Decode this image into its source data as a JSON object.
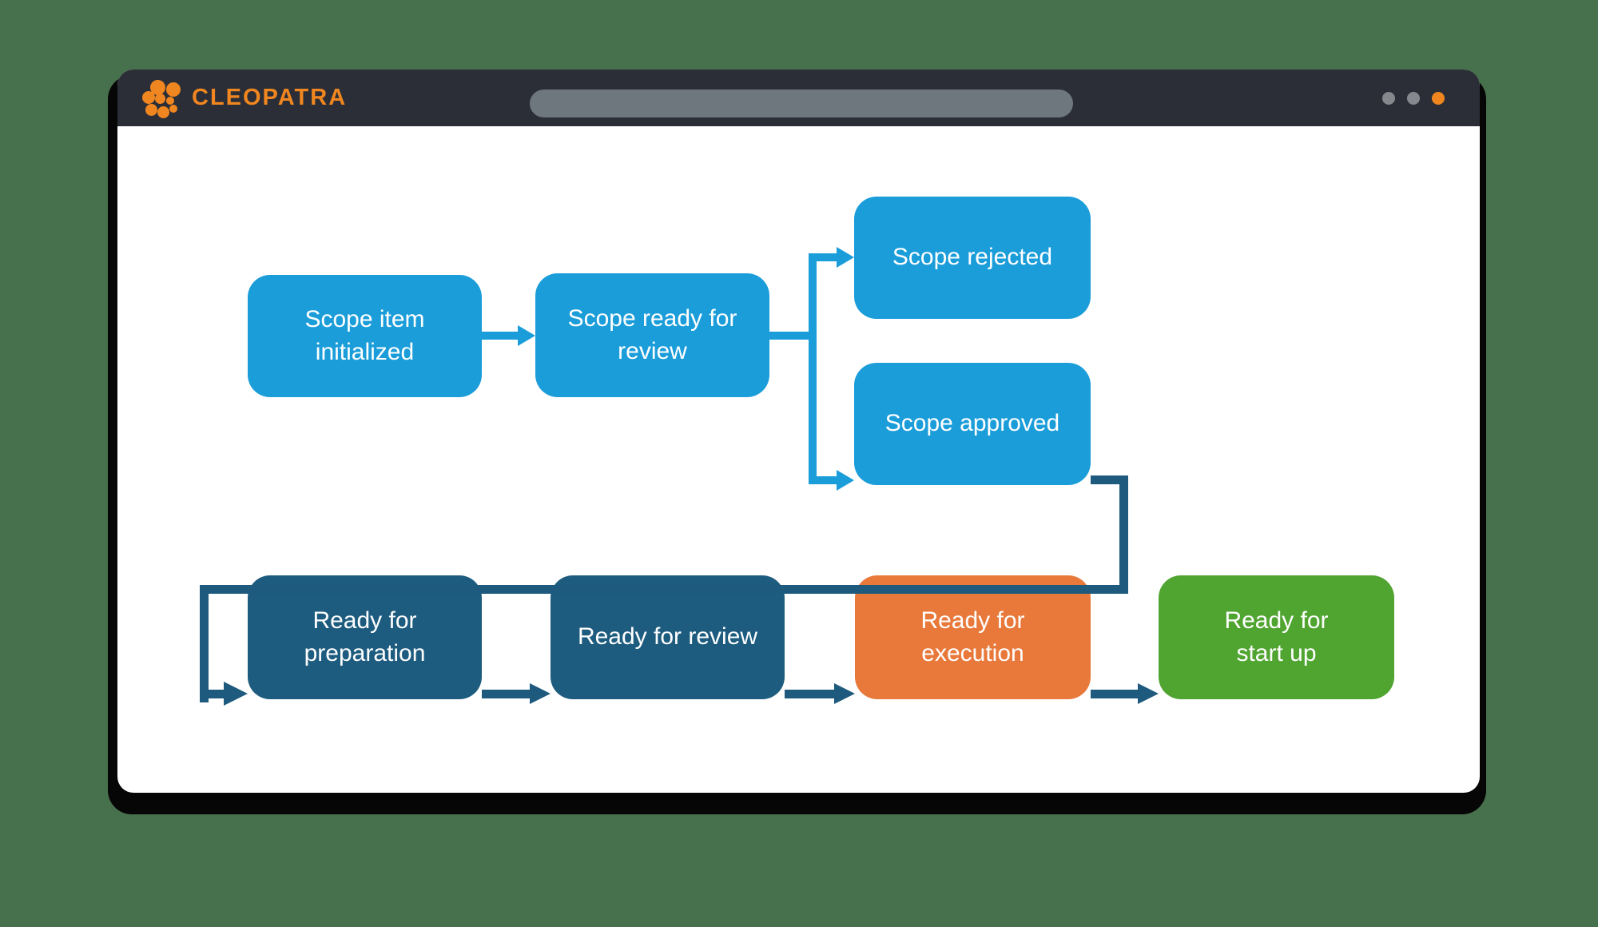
{
  "theme": {
    "bg": "#47704C",
    "titlebar": "#2B2E37",
    "brand-orange": "#F0861F",
    "url-pill": "#6E767E",
    "dot-gray": "#85898D",
    "light-blue": "#1B9DDA",
    "connector": "#1D5A7D",
    "window-bg": "#FFFFFF"
  },
  "header": {
    "brand": "CLEOPATRA",
    "url_value": "",
    "url_placeholder": "",
    "controls": [
      "minimize",
      "maximize",
      "close"
    ]
  },
  "diagram": {
    "nodes": [
      {
        "id": "scope-item-initialized",
        "label": "Scope item\ninitialized",
        "color": "#1B9DDA"
      },
      {
        "id": "scope-ready-for-review",
        "label": "Scope ready for\nreview",
        "color": "#1B9DDA"
      },
      {
        "id": "scope-rejected",
        "label": "Scope rejected",
        "color": "#1B9DDA"
      },
      {
        "id": "scope-approved",
        "label": "Scope approved",
        "color": "#1B9DDA"
      },
      {
        "id": "ready-for-preparation",
        "label": "Ready for\npreparation",
        "color": "#1D5C7F"
      },
      {
        "id": "ready-for-review",
        "label": "Ready for review",
        "color": "#1D5C7F"
      },
      {
        "id": "ready-for-execution",
        "label": "Ready for\nexecution",
        "color": "#E8793B"
      },
      {
        "id": "ready-for-start-up",
        "label": "Ready for\nstart up",
        "color": "#50A430"
      }
    ],
    "edges": [
      {
        "from": "scope-item-initialized",
        "to": "scope-ready-for-review",
        "color": "#1B9DDA"
      },
      {
        "from": "scope-ready-for-review",
        "to": "scope-rejected",
        "color": "#1B9DDA"
      },
      {
        "from": "scope-ready-for-review",
        "to": "scope-approved",
        "color": "#1B9DDA"
      },
      {
        "from": "scope-approved",
        "to": "ready-for-preparation",
        "color": "#1D5A7D"
      },
      {
        "from": "ready-for-preparation",
        "to": "ready-for-review",
        "color": "#1D5A7D"
      },
      {
        "from": "ready-for-review",
        "to": "ready-for-execution",
        "color": "#1D5A7D"
      },
      {
        "from": "ready-for-execution",
        "to": "ready-for-start-up",
        "color": "#1D5A7D"
      }
    ]
  }
}
